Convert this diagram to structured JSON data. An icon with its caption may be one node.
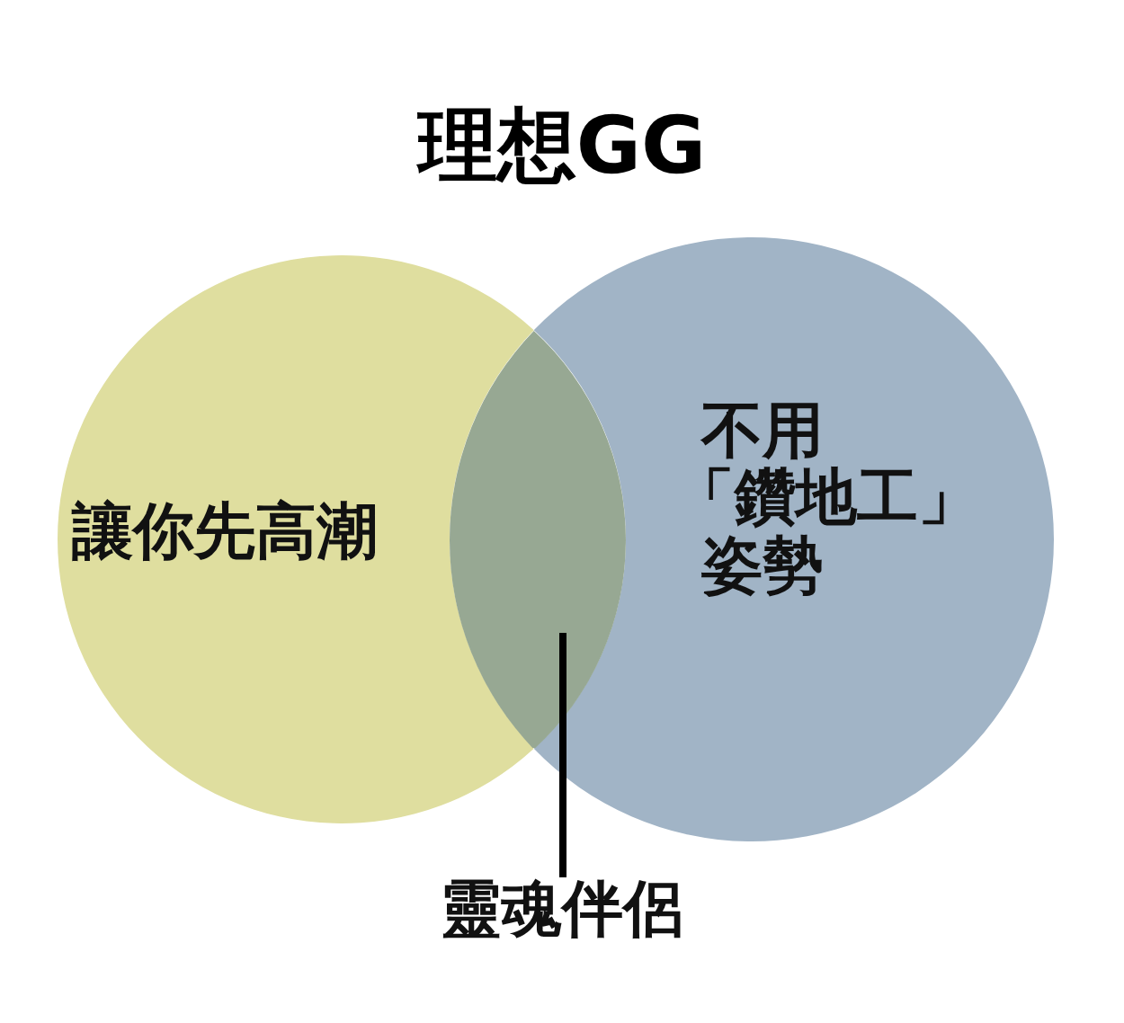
{
  "diagram": {
    "title": "理想GG",
    "nodes": [
      {
        "text": [
          "讓你先高潮"
        ]
      },
      {
        "text": [
          "不用「鑽地工」姿勢"
        ]
      },
      {
        "text": [],
        "shape": "lens"
      },
      {
        "text": [
          "靈魂伴侶"
        ]
      }
    ],
    "edges": [
      {
        "from": 3,
        "to": 2,
        "arrow": "none"
      }
    ]
  }
}
